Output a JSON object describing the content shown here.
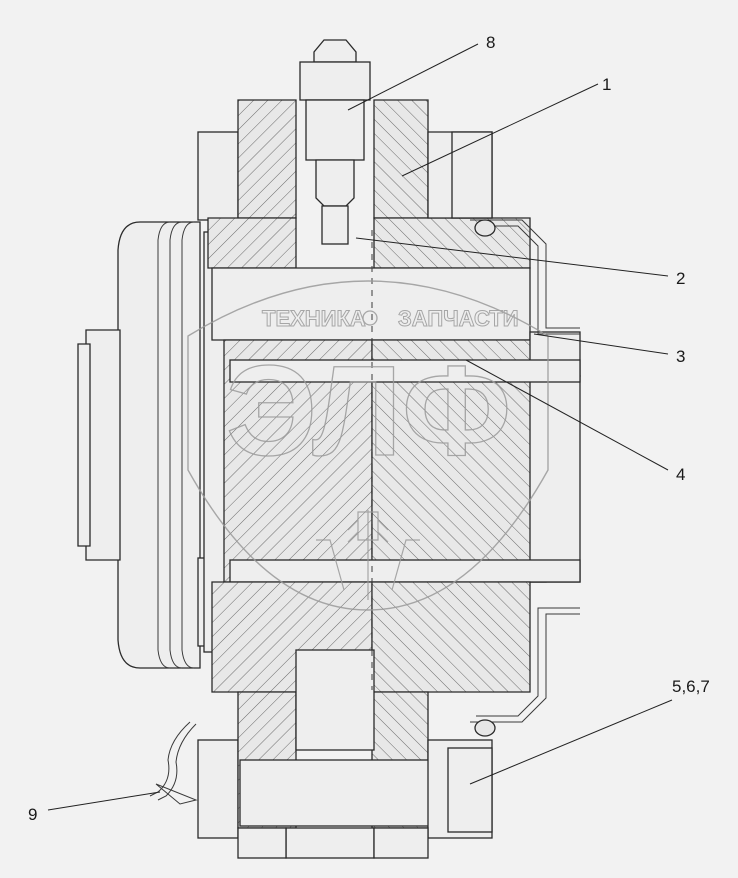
{
  "callouts": [
    {
      "id": "c8",
      "label": "8"
    },
    {
      "id": "c1",
      "label": "1"
    },
    {
      "id": "c2",
      "label": "2"
    },
    {
      "id": "c3",
      "label": "3"
    },
    {
      "id": "c4",
      "label": "4"
    },
    {
      "id": "c567",
      "label": "5,6,7"
    },
    {
      "id": "c9",
      "label": "9"
    }
  ],
  "watermark": {
    "left_word": "ТЕХНИКА",
    "right_word": "ЗАПЧАСТИ",
    "big_letters": "ЭЛФ"
  }
}
